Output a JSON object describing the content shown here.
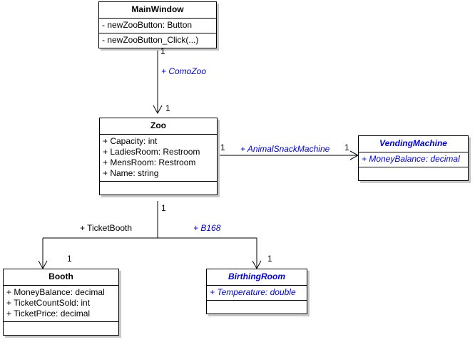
{
  "diagram": {
    "type": "uml-class-diagram",
    "background": "#ffffff",
    "line_color": "#000000",
    "accent_color": "#0000ee",
    "shadow_color": "#c8c8c8"
  },
  "classes": {
    "main_window": {
      "name": "MainWindow",
      "style": "normal",
      "attributes": [
        "- newZooButton: Button"
      ],
      "operations": [
        "- newZooButton_Click(...)"
      ]
    },
    "zoo": {
      "name": "Zoo",
      "style": "normal",
      "attributes": [
        "+ Capacity: int",
        "+ LadiesRoom: Restroom",
        "+ MensRoom: Restroom",
        "+ Name: string"
      ],
      "operations": []
    },
    "vending_machine": {
      "name": "VendingMachine",
      "style": "blue-italic",
      "attributes": [
        "+ MoneyBalance: decimal"
      ],
      "operations": []
    },
    "booth": {
      "name": "Booth",
      "style": "normal",
      "attributes": [
        "+ MoneyBalance: decimal",
        "+ TicketCountSold: int",
        "+ TicketPrice: decimal"
      ],
      "operations": []
    },
    "birthing_room": {
      "name": "BirthingRoom",
      "style": "blue-italic",
      "attributes": [
        "+ Temperature: double"
      ],
      "operations": []
    }
  },
  "associations": [
    {
      "id": "mainwindow-zoo",
      "from": "MainWindow",
      "to": "Zoo",
      "role_label": "+ ComoZoo",
      "role_style": "blue-italic",
      "source_multiplicity": "1",
      "target_multiplicity": "1"
    },
    {
      "id": "zoo-vendingmachine",
      "from": "Zoo",
      "to": "VendingMachine",
      "role_label": "+ AnimalSnackMachine",
      "role_style": "blue-italic",
      "source_multiplicity": "1",
      "target_multiplicity": "1"
    },
    {
      "id": "zoo-booth",
      "from": "Zoo",
      "to": "Booth",
      "role_label": "+ TicketBooth",
      "role_style": "normal",
      "source_multiplicity": "1",
      "target_multiplicity": "1"
    },
    {
      "id": "zoo-birthingroom",
      "from": "Zoo",
      "to": "BirthingRoom",
      "role_label": "+ B168",
      "role_style": "blue-italic",
      "source_multiplicity": "1",
      "target_multiplicity": "1"
    }
  ]
}
